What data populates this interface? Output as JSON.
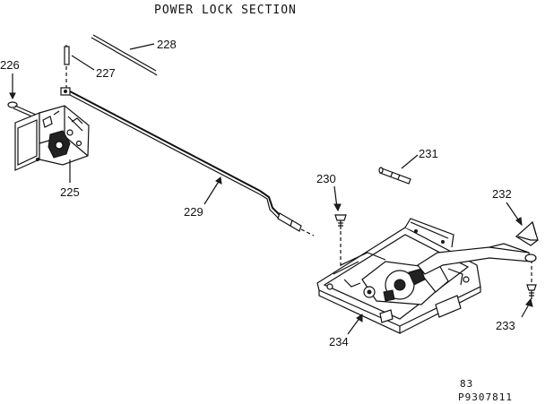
{
  "title": "POWER LOCK SECTION",
  "parts": {
    "p225": "225",
    "p226": "226",
    "p227": "227",
    "p228": "228",
    "p229": "229",
    "p230": "230",
    "p231": "231",
    "p232": "232",
    "p233": "233",
    "p234": "234"
  },
  "footer": {
    "code1": "83",
    "code2": "P9307811"
  }
}
